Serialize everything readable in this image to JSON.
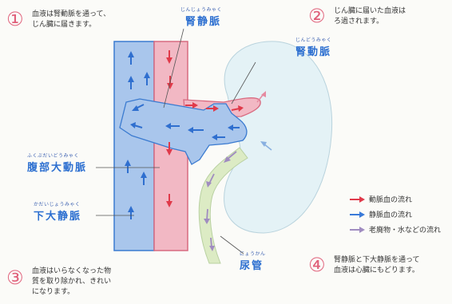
{
  "steps": [
    {
      "num": "①",
      "text": "血液は腎動脈を通って、\nじん臓に届きます。"
    },
    {
      "num": "②",
      "text": "じん臓に届いた血液は\nろ過されます。"
    },
    {
      "num": "③",
      "text": "血液はいらなくなった物\n質を取り除かれ、きれい\nになります。"
    },
    {
      "num": "④",
      "text": "腎静脈と下大静脈を通って\n血液は心臓にもどります。"
    }
  ],
  "labels": {
    "renal_vein": {
      "ruby": "じんじょうみゃく",
      "text": "腎静脈"
    },
    "renal_artery": {
      "ruby": "じんどうみゃく",
      "text": "腎動脈"
    },
    "abdominal_aorta": {
      "ruby": "ふくぶだいどうみゃく",
      "text": "腹部大動脈"
    },
    "inferior_vena_cava": {
      "ruby": "かだいじょうみゃく",
      "text": "下大静脈"
    },
    "ureter": {
      "ruby": "にょうかん",
      "text": "尿管"
    }
  },
  "legend": [
    {
      "text": "動脈血の流れ",
      "color": "#e03a4a"
    },
    {
      "text": "静脈血の流れ",
      "color": "#3a7ad8"
    },
    {
      "text": "老廃物・水などの流れ",
      "color": "#a08cc0"
    }
  ],
  "colors": {
    "vein_fill": "#a9c6ec",
    "artery_fill": "#f2b8c4",
    "kidney_fill": "#e4f2f6",
    "ureter_fill": "#dcebc4",
    "number_color": "#e0607a"
  }
}
